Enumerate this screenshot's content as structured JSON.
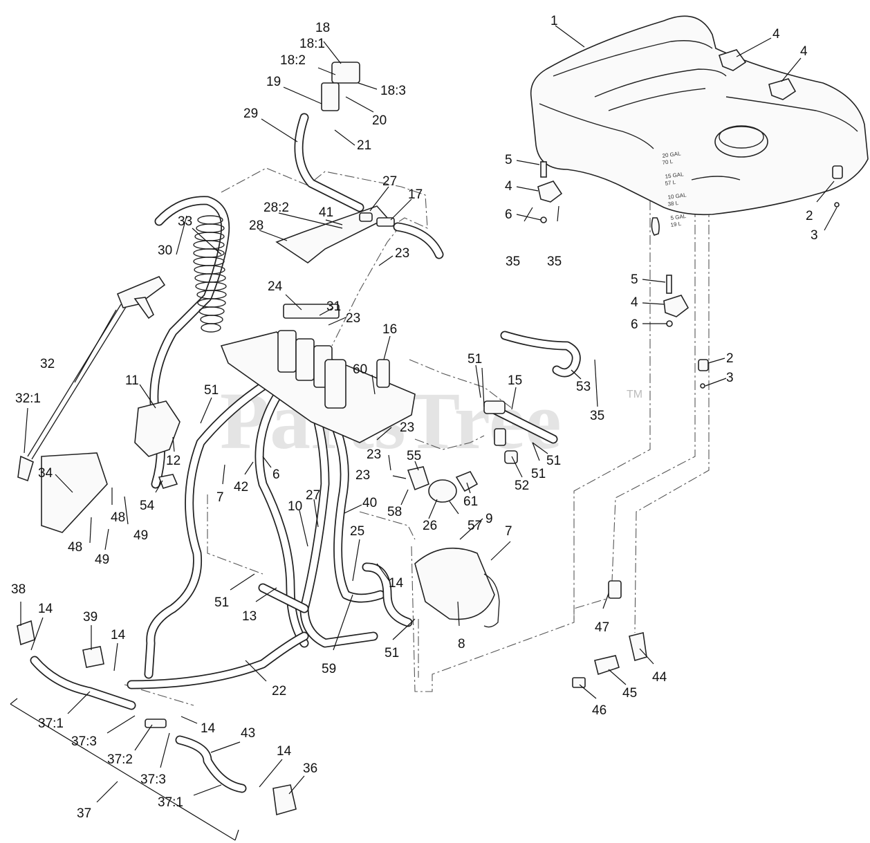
{
  "watermark": {
    "text": "PartsTree",
    "tm": "TM"
  },
  "tank_markings": [
    "20 GAL",
    "70 L",
    "15 GAL",
    "57 L",
    "10 GAL",
    "38 L",
    "5 GAL",
    "19 L"
  ],
  "callouts": [
    "1",
    "4",
    "4",
    "5",
    "4",
    "6",
    "2",
    "3",
    "5",
    "4",
    "6",
    "2",
    "3",
    "18",
    "18:1",
    "18:2",
    "18:3",
    "19",
    "20",
    "21",
    "29",
    "27",
    "17",
    "28:2",
    "41",
    "28",
    "23",
    "33",
    "30",
    "24",
    "31",
    "23",
    "16",
    "35",
    "35",
    "60",
    "51",
    "15",
    "53",
    "35",
    "32",
    "32:1",
    "11",
    "51",
    "12",
    "34",
    "54",
    "42",
    "7",
    "6",
    "23",
    "23",
    "55",
    "23",
    "51",
    "51",
    "52",
    "61",
    "58",
    "26",
    "57",
    "10",
    "27",
    "40",
    "48",
    "49",
    "48",
    "49",
    "9",
    "7",
    "25",
    "14",
    "51",
    "13",
    "38",
    "14",
    "39",
    "14",
    "59",
    "51",
    "8",
    "47",
    "22",
    "44",
    "45",
    "46",
    "37:1",
    "14",
    "37:3",
    "37:2",
    "43",
    "37:3",
    "14",
    "36",
    "37:1",
    "37"
  ]
}
